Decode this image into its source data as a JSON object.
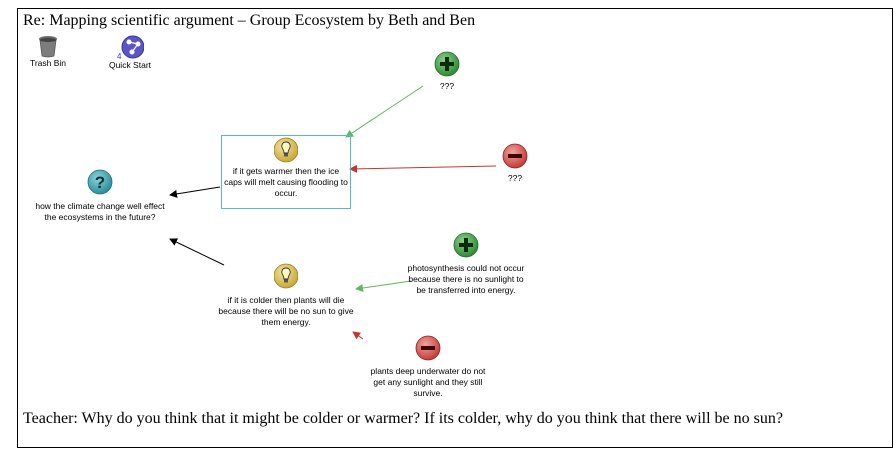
{
  "title": "Re: Mapping scientific argument – Group Ecosystem by Beth and Ben",
  "toolbar": {
    "trash_label": "Trash Bin",
    "quickstart_label": "Quick Start",
    "quickstart_badge": "4"
  },
  "nodes": {
    "question": {
      "text": "how the climate change well effect the ecosystems in the future?",
      "icon": "question-icon"
    },
    "idea_warmer": {
      "text": "if it gets warmer then the ice caps will melt causing flooding to occur.",
      "icon": "lightbulb-icon"
    },
    "idea_colder": {
      "text": "if it is colder then plants will die because there will be no sun to give them energy.",
      "icon": "lightbulb-icon"
    },
    "support_top": {
      "text": "???",
      "icon": "plus-icon"
    },
    "oppose_top": {
      "text": "???",
      "icon": "minus-icon"
    },
    "support_photo": {
      "text": "photosynthesis could not occur because there is no sunlight to be transferred into energy.",
      "icon": "plus-icon"
    },
    "oppose_underwater": {
      "text": "plants deep underwater do not get any sunlight and they still survive.",
      "icon": "minus-icon"
    }
  },
  "colors": {
    "support_arrow": "#5cb85c",
    "oppose_arrow": "#c0392b",
    "link_arrow": "#000000",
    "selection_border": "#57b9c6"
  },
  "caption": "Teacher: Why do you think that it might be colder or warmer? If its colder, why do you think that there will be no sun?"
}
